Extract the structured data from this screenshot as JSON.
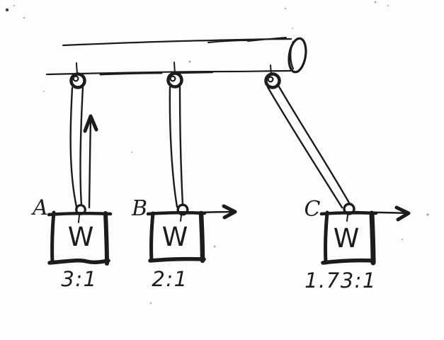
{
  "colors": {
    "paper": "#fdfdfc",
    "ink": "#1c1c1c"
  },
  "figure": {
    "type": "hand-drawn sketch",
    "systems": [
      {
        "label": "A",
        "weight": "W",
        "ratio": "3:1",
        "arrow": "up"
      },
      {
        "label": "B",
        "weight": "W",
        "ratio": "2:1",
        "arrow": "right"
      },
      {
        "label": "C",
        "weight": "W",
        "ratio": "1.73:1",
        "arrow": "right"
      }
    ]
  }
}
